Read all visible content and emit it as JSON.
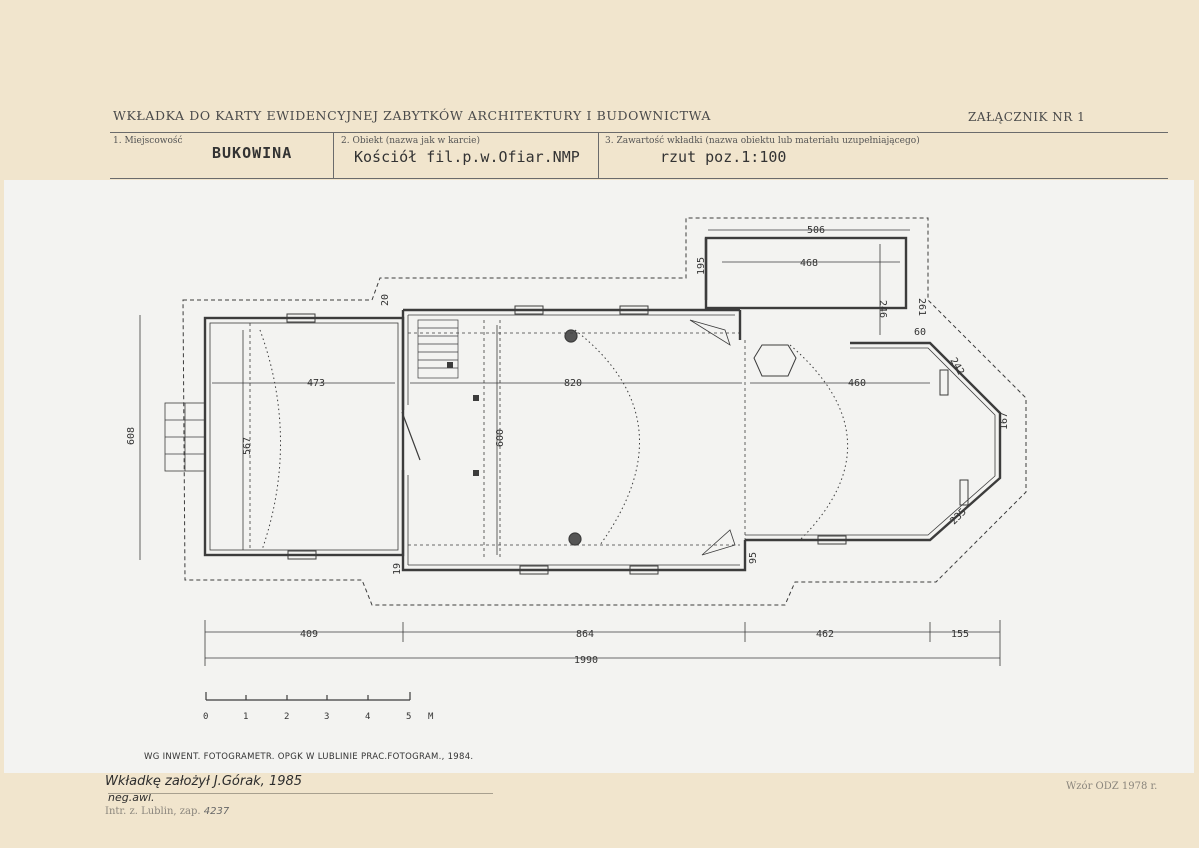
{
  "header": {
    "title": "WKŁADKA DO KARTY EWIDENCYJNEJ ZABYTKÓW ARCHITEKTURY I BUDOWNICTWA",
    "annex": "ZAŁĄCZNIK NR 1",
    "field1_label": "1. Miejscowość",
    "field1_value": "BUKOWINA",
    "field2_label": "2. Obiekt (nazwa jak w karcie)",
    "field2_value": "Kościół fil.p.w.Ofiar.NMP",
    "field3_label": "3. Zawartość wkładki (nazwa obiektu lub materiału uzupełniającego)",
    "field3_value": "rzut poz.1:100"
  },
  "plan": {
    "dimensions": {
      "d506": "506",
      "d468": "468",
      "d195": "195",
      "d246": "246",
      "d261": "261",
      "d60": "60",
      "d20": "20",
      "d19": "19",
      "d473": "473",
      "d820": "820",
      "d460": "460",
      "d608": "608",
      "d567": "567",
      "d600": "600",
      "d95": "95",
      "d242": "242",
      "d167": "167",
      "d235": "235",
      "d409": "409",
      "d864": "864",
      "d462": "462",
      "d155": "155",
      "d1990": "1990"
    },
    "scale": {
      "ticks": [
        "0",
        "1",
        "2",
        "3",
        "4",
        "5"
      ],
      "unit": "M"
    },
    "credit": "WG INWENT. FOTOGRAMETR. OPGK W LUBLINIE PRAC.FOTOGRAM., 1984."
  },
  "footer": {
    "handwritten1": "Wkładkę założył J.Górak, 1985",
    "handwritten2": "neg.awl.",
    "stamp_line": "Intr. z. Lublin, zap.",
    "stamp_number": "4237",
    "form": "Wzór ODZ 1978 r."
  }
}
